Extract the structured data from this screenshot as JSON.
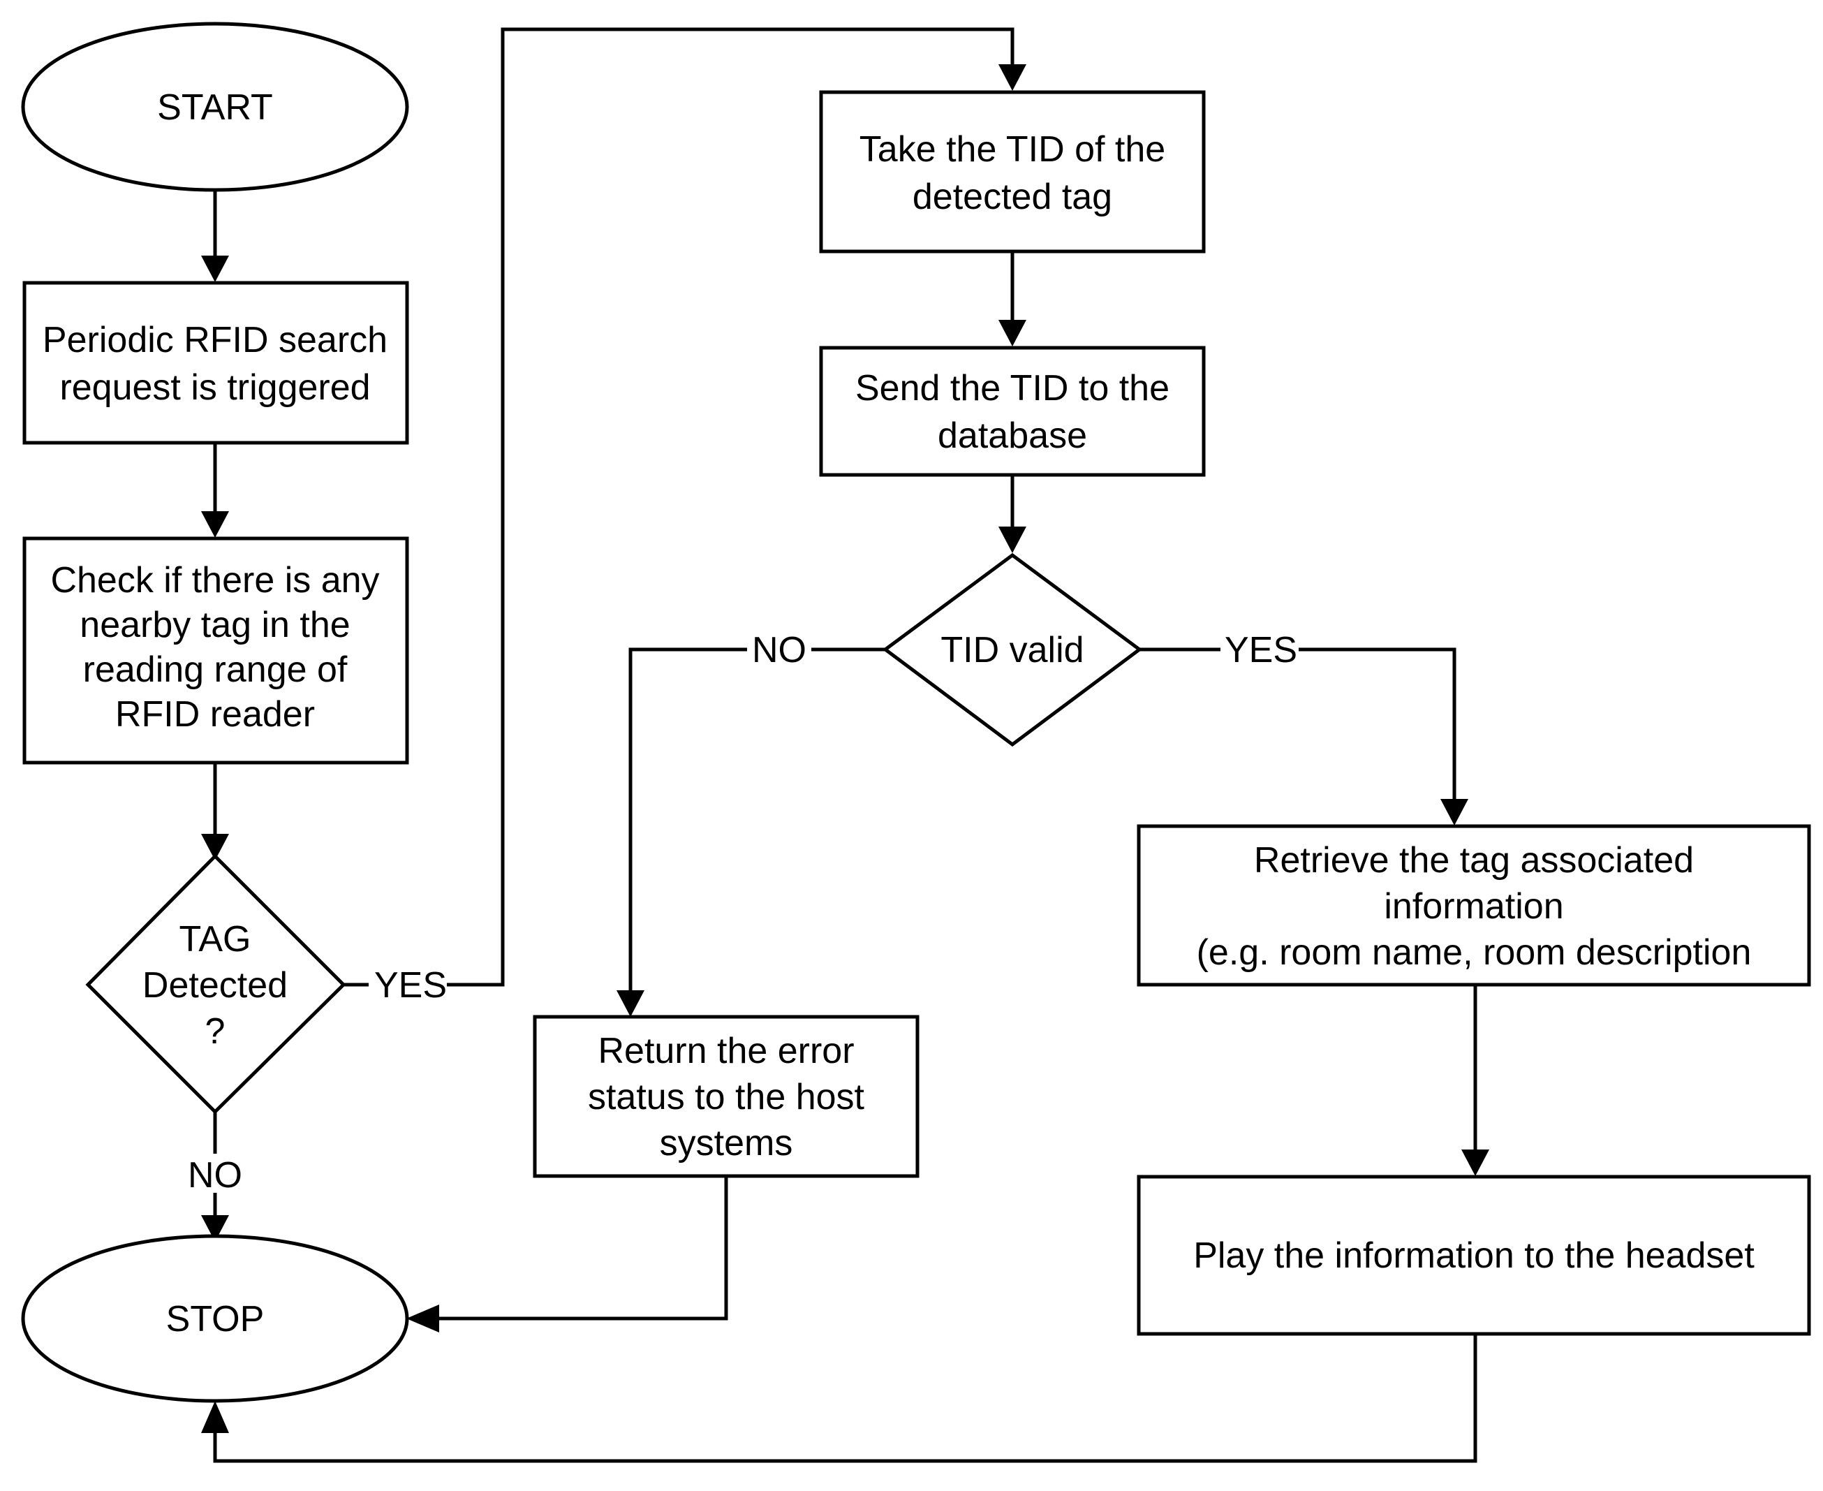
{
  "nodes": {
    "start": {
      "lines": [
        "START"
      ]
    },
    "periodic": {
      "lines": [
        "Periodic RFID search",
        "request is triggered"
      ]
    },
    "check": {
      "lines": [
        "Check if there is any",
        "nearby tag in the",
        "reading range of",
        "RFID reader"
      ]
    },
    "tag_detected": {
      "lines": [
        "TAG",
        "Detected",
        "?"
      ]
    },
    "stop": {
      "lines": [
        "STOP"
      ]
    },
    "take_tid": {
      "lines": [
        "Take the TID of the",
        "detected tag"
      ]
    },
    "send_tid": {
      "lines": [
        "Send the TID to the",
        "database"
      ]
    },
    "tid_valid": {
      "lines": [
        "TID valid"
      ]
    },
    "return_error": {
      "lines": [
        "Return the error",
        "status to the host",
        "systems"
      ]
    },
    "retrieve": {
      "lines": [
        "Retrieve the tag associated",
        "information",
        "(e.g. room name, room description"
      ]
    },
    "play": {
      "lines": [
        "Play the information to the headset"
      ]
    }
  },
  "edges": {
    "tag_yes": "YES",
    "tag_no": "NO",
    "tid_no": "NO",
    "tid_yes": "YES"
  }
}
